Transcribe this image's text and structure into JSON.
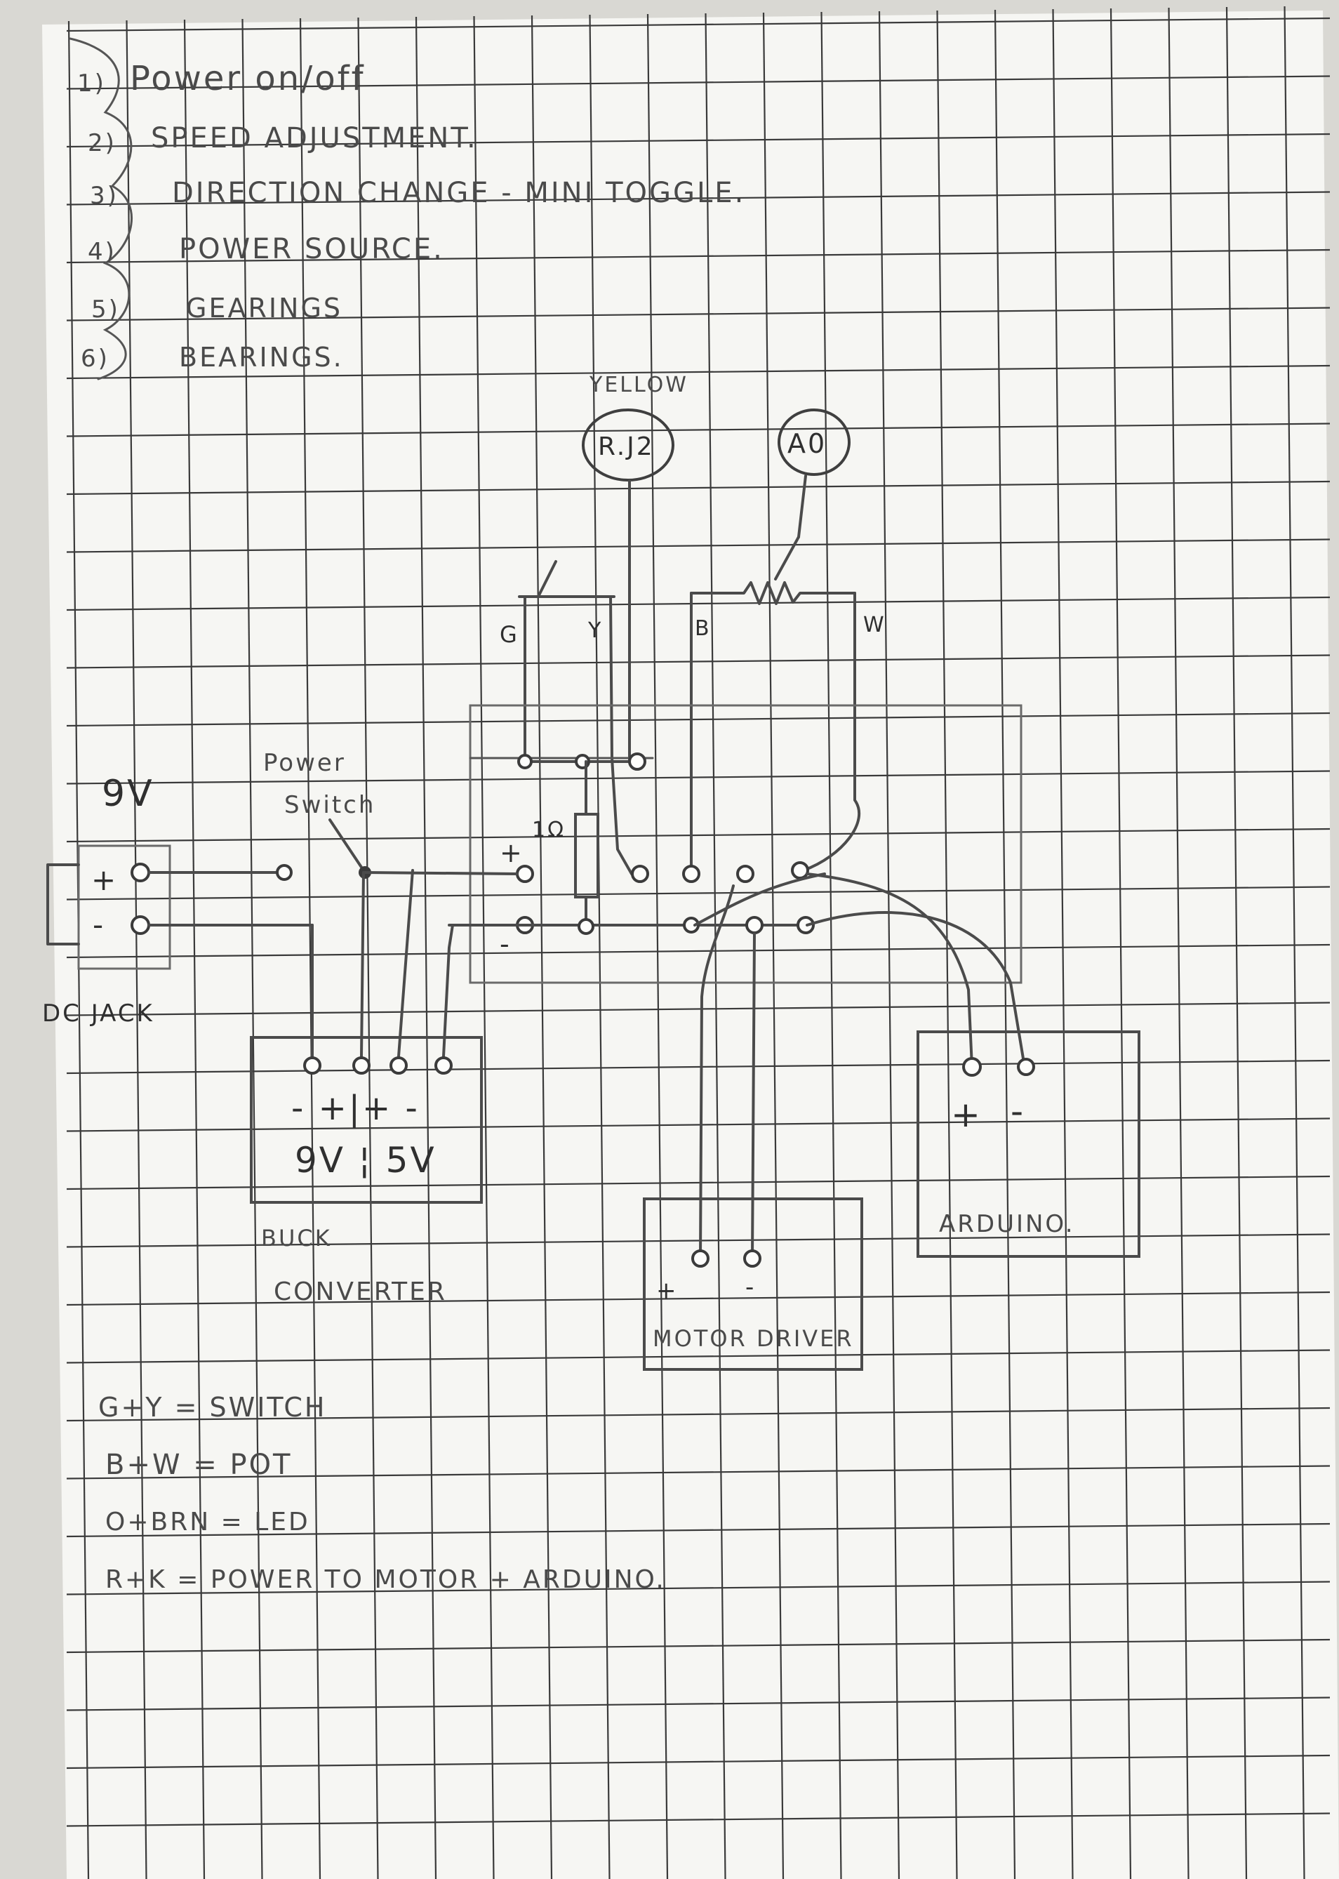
{
  "notes": {
    "items": [
      {
        "num": "1)",
        "text": "Power on/off"
      },
      {
        "num": "2)",
        "text": "SPEED ADJUSTMENT."
      },
      {
        "num": "3)",
        "text": "DIRECTION CHANGE - MINI TOGGLE."
      },
      {
        "num": "4)",
        "text": "POWER SOURCE."
      },
      {
        "num": "5)",
        "text": "GEARINGS"
      },
      {
        "num": "6)",
        "text": "BEARINGS."
      }
    ]
  },
  "labels": {
    "yellow": "YELLOW",
    "pin_rj2": "R.J2",
    "pin_a0": "A0",
    "wire_g": "G",
    "wire_y": "Y",
    "wire_b": "B",
    "wire_w": "W",
    "resistor": "1Ω",
    "plus": "+",
    "minus": "-",
    "nine_volt": "9V",
    "power_switch_line1": "Power",
    "power_switch_line2": "Switch",
    "dc_jack": "DC JACK",
    "buck_terminals": "- +|+ -",
    "buck_values": "9V ¦ 5V",
    "buck_label_line1": "BUCK",
    "buck_label_line2": "CONVERTER",
    "motor_plus": "+",
    "motor_minus": "-",
    "motor_driver": "MOTOR DRIVER",
    "arduino_plus": "+",
    "arduino_minus": "-",
    "arduino": "ARDUINO."
  },
  "legend": {
    "lines": [
      "G+Y = SWITCH",
      "B+W = POT",
      "O+BRN = LED",
      "R+K = POWER TO MOTOR + ARDUINO."
    ]
  },
  "colors": {
    "paper": "#f7f7f4",
    "grid": "#3c3c3c",
    "ink": "#4b4b4b"
  }
}
